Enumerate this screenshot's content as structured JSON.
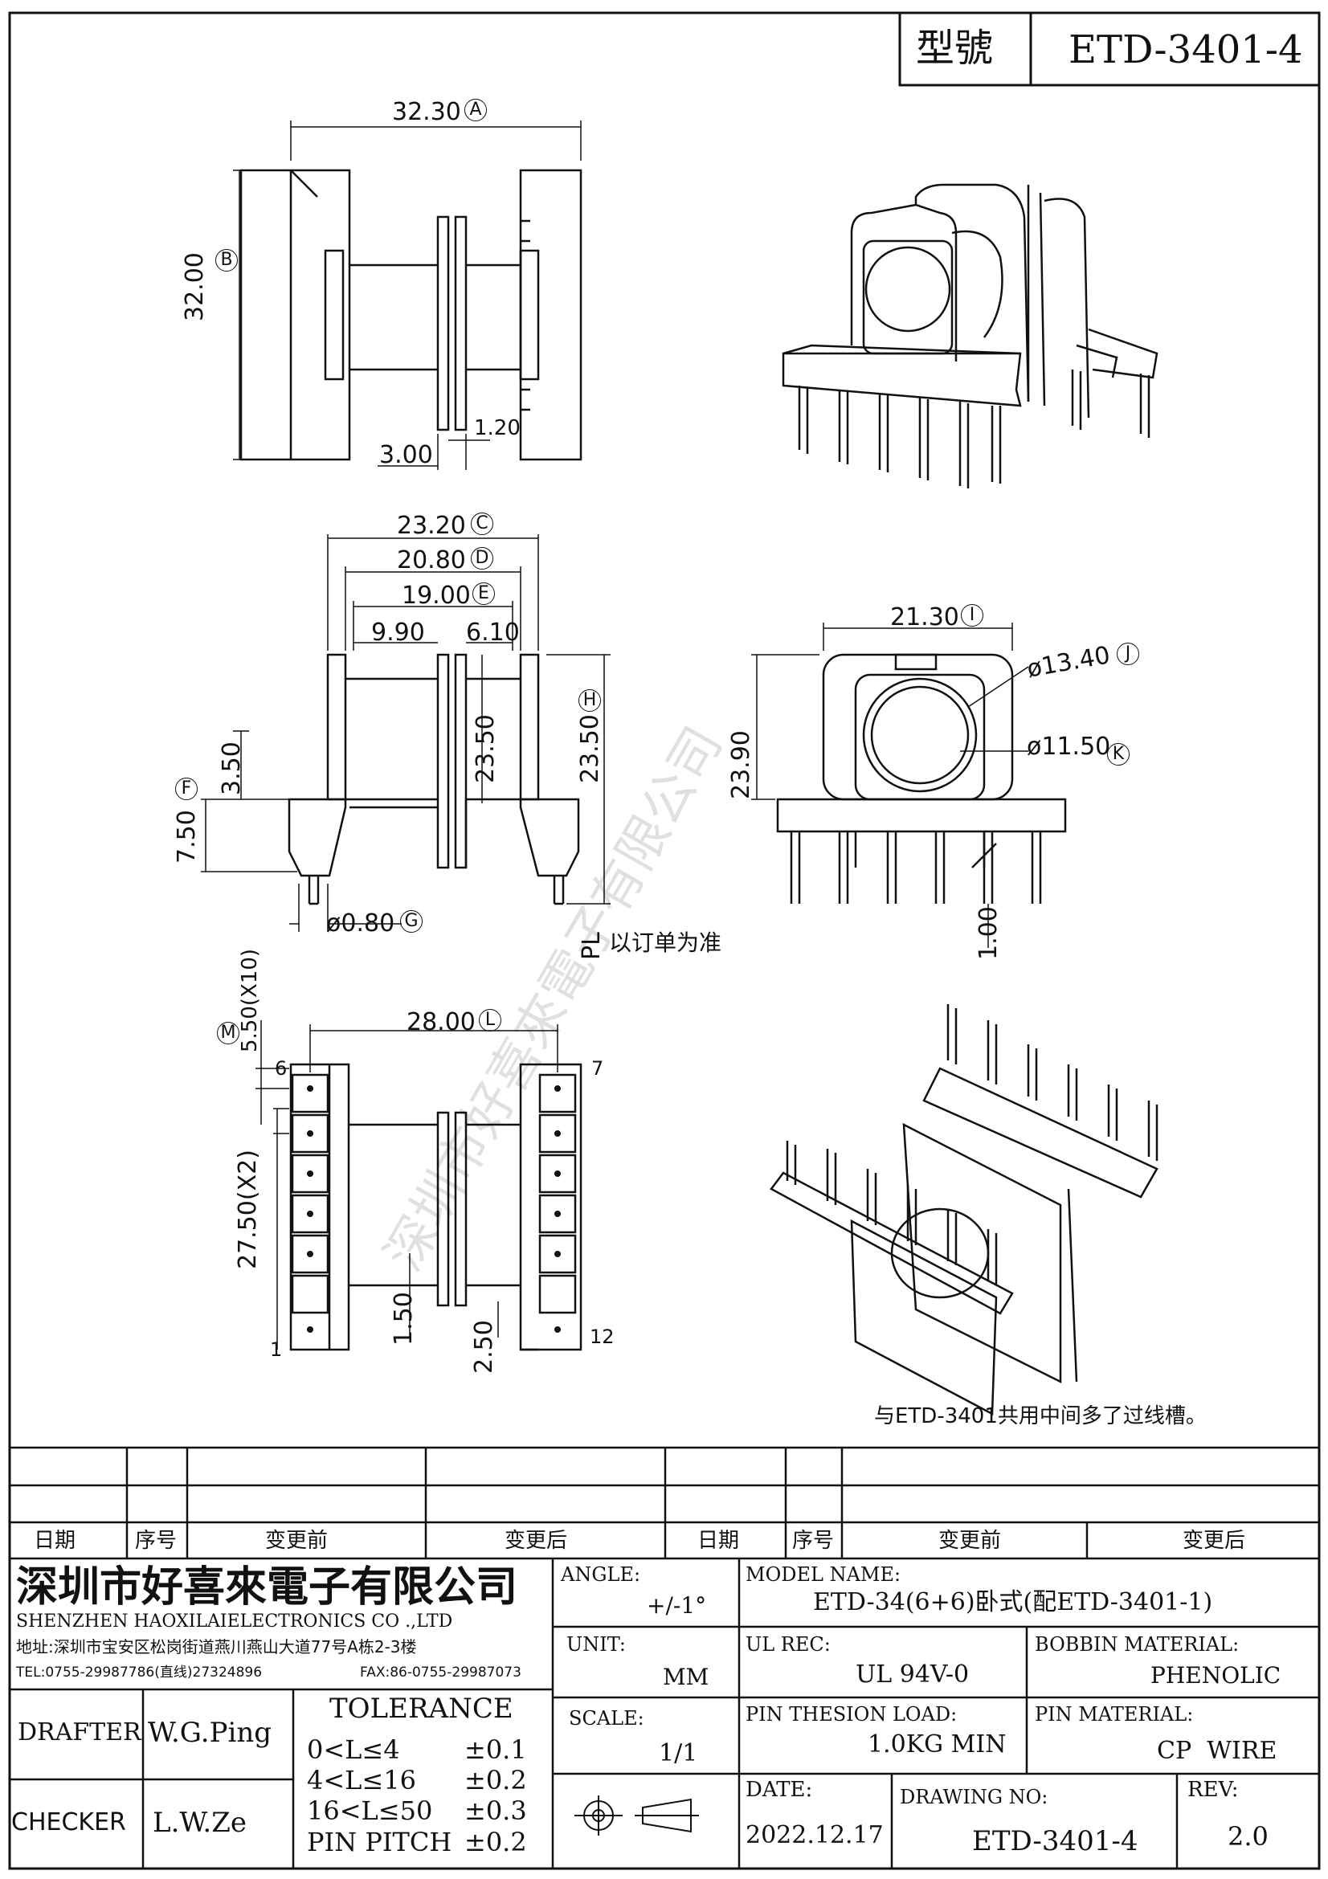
{
  "header": {
    "model_label": "型號",
    "model_value": "ETD-3401-4"
  },
  "top_view": {
    "dim_A": "32.30",
    "circle_A": "A",
    "dim_B": "32.00",
    "circle_B": "B",
    "dim_wall": "3.00",
    "dim_slot": "1.20"
  },
  "front_view": {
    "dim_C": "23.20",
    "circle_C": "C",
    "dim_D": "20.80",
    "circle_D": "D",
    "dim_E": "19.00",
    "circle_E": "E",
    "dim_left": "9.90",
    "dim_right": "6.10",
    "dim_inner": "23.50",
    "dim_H": "23.50",
    "circle_H": "H",
    "dim_350": "3.50",
    "dim_F": "7.50",
    "circle_F": "F",
    "dim_G": "ø0.80",
    "circle_G": "G",
    "pl": "PL",
    "pl_note": "以订单为准"
  },
  "side_view": {
    "dim_I": "21.30",
    "circle_I": "I",
    "dim_height": "23.90",
    "dim_J": "ø13.40",
    "circle_J": "J",
    "dim_K": "ø11.50",
    "circle_K": "K",
    "dim_pin": "1.00"
  },
  "bottom_view": {
    "dim_L": "28.00",
    "circle_L": "L",
    "dim_M": "5.50(X10)",
    "circle_M": "M",
    "dim_pitch": "27.50(X2)",
    "dim_150": "1.50",
    "dim_250": "2.50",
    "pin6": "6",
    "pin7": "7",
    "pin1": "1",
    "pin12": "12"
  },
  "note": "与ETD-3401共用中间多了过线槽。",
  "watermark": "深圳市好喜來電子有限公司",
  "revision_table": {
    "headers": [
      "日期",
      "序号",
      "变更前",
      "变更后",
      "日期",
      "序号",
      "变更前",
      "变更后"
    ]
  },
  "company": {
    "name_cn": "深圳市好喜來電子有限公司",
    "name_en": "SHENZHEN HAOXILAIELECTRONICS CO .,LTD",
    "address": "地址:深圳市宝安区松岗街道燕川燕山大道77号A栋2-3楼",
    "tel": "TEL:0755-29987786(直线)27324896",
    "fax": "FAX:86-0755-29987073"
  },
  "fields": {
    "angle_label": "ANGLE:",
    "angle_value": "+/-1°",
    "model_name_label": "MODEL NAME:",
    "model_name_value": "ETD-34(6+6)卧式(配ETD-3401-1)",
    "unit_label": "UNIT:",
    "unit_value": "MM",
    "ul_label": "UL REC:",
    "ul_value": "UL 94V-0",
    "bobbin_label": "BOBBIN MATERIAL:",
    "bobbin_value": "PHENOLIC",
    "scale_label": "SCALE:",
    "scale_value": "1/1",
    "pin_tension_label": "PIN THESION LOAD:",
    "pin_tension_value": "1.0KG MIN",
    "pin_material_label": "PIN MATERIAL:",
    "pin_material_value": "CP  WIRE",
    "date_label": "DATE:",
    "date_value": "2022.12.17",
    "drawing_no_label": "DRAWING NO:",
    "drawing_no_value": "ETD-3401-4",
    "rev_label": "REV:",
    "rev_value": "2.0"
  },
  "people": {
    "drafter_label": "DRAFTER",
    "drafter_value": "W.G.Ping",
    "checker_label": "CHECKER",
    "checker_value": "L.W.Ze"
  },
  "tolerance": {
    "title": "TOLERANCE",
    "rows": [
      {
        "range": "0<L≤4",
        "value": "±0.1"
      },
      {
        "range": "4<L≤16",
        "value": "±0.2"
      },
      {
        "range": "16<L≤50",
        "value": "±0.3"
      },
      {
        "range": "PIN PITCH",
        "value": "±0.2"
      }
    ]
  }
}
